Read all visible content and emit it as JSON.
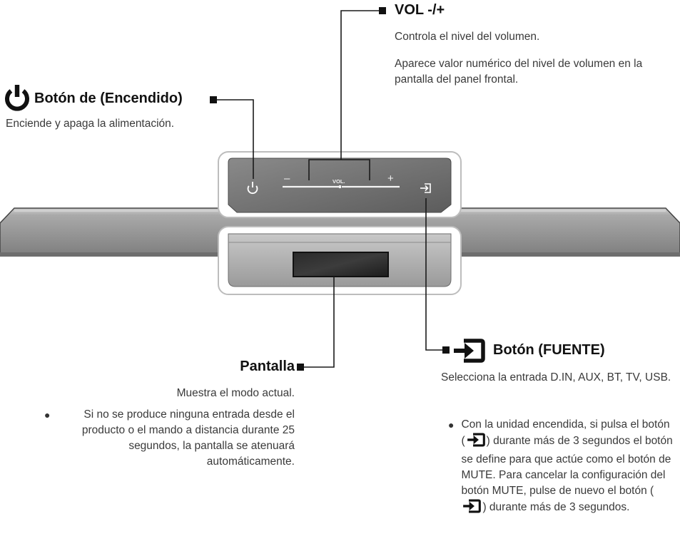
{
  "vol": {
    "title": "VOL -/+",
    "desc1": "Controla el nivel del volumen.",
    "desc2": "Aparece valor numérico del nivel de volumen en la pantalla del panel frontal."
  },
  "power": {
    "title": "Botón de (Encendido)",
    "desc": "Enciende y apaga la alimentación.",
    "icon": "power-icon"
  },
  "panel": {
    "minus": "–",
    "vol_label": "VOL.",
    "plus": "+"
  },
  "pantalla": {
    "title": "Pantalla",
    "desc": "Muestra el modo actual.",
    "bullet": "Si no se produce ninguna entrada desde el producto o el mando a distancia durante 25 segundos, la pantalla se atenuará automáticamente."
  },
  "source": {
    "title": "Botón (FUENTE)",
    "desc": "Selecciona la entrada D.IN, AUX, BT, TV, USB.",
    "bullet_part1": "Con la unidad encendida, si pulsa el botón (",
    "bullet_part2": ") durante más de 3 segundos el botón se define para que actúe como el botón de MUTE. Para cancelar la configuración del botón MUTE, pulse de nuevo el botón (",
    "bullet_part3": ") durante más de 3 segundos.",
    "icon": "source-input-icon"
  },
  "colors": {
    "bar": "#9c9c9c",
    "panel": "#707070",
    "leader": "#1a1a1a"
  }
}
